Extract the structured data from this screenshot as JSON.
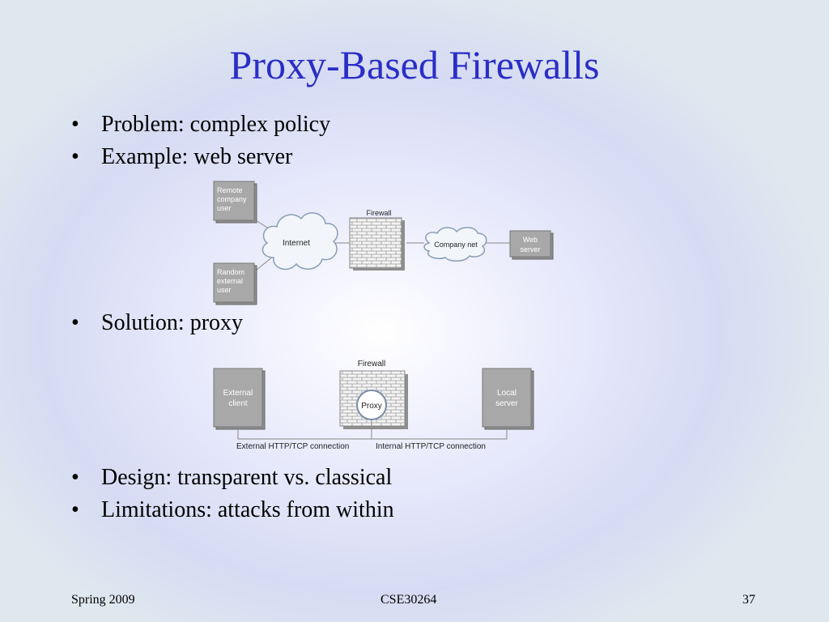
{
  "slide": {
    "title": "Proxy-Based Firewalls",
    "bullets": [
      "Problem: complex policy",
      "Example: web server",
      "Solution: proxy",
      "Design: transparent vs. classical",
      "Limitations: attacks from within"
    ],
    "bullet_char": "•"
  },
  "diagram1": {
    "remote_user": [
      "Remote",
      "company",
      "user"
    ],
    "random_user": [
      "Random",
      "external",
      "user"
    ],
    "internet": "Internet",
    "firewall": "Firewall",
    "company_net": "Company net",
    "web_server": [
      "Web",
      "server"
    ]
  },
  "diagram2": {
    "external_client": [
      "External",
      "client"
    ],
    "firewall": "Firewall",
    "proxy": "Proxy",
    "local_server": [
      "Local",
      "server"
    ],
    "external_connection": "External HTTP/TCP connection",
    "internal_connection": "Internal HTTP/TCP connection"
  },
  "footer": {
    "left": "Spring 2009",
    "center": "CSE30264",
    "right": "37"
  }
}
